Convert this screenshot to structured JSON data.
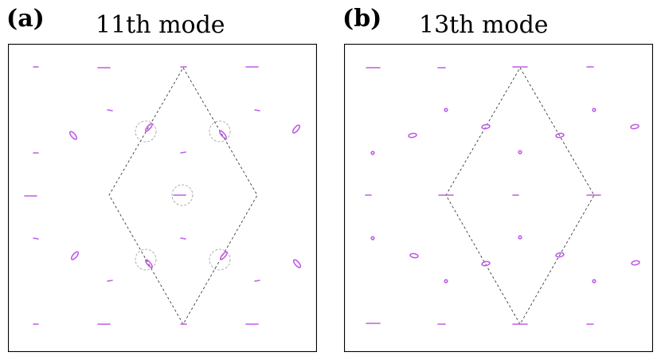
{
  "panels": [
    {
      "id": "a",
      "label": "(a)",
      "title": "11th mode"
    },
    {
      "id": "b",
      "label": "(b)",
      "title": "13th mode"
    }
  ],
  "colors": {
    "mark": "#c05ce6",
    "frame": "#000000",
    "cell": "#222222",
    "highlight": "#9a9a9a"
  }
}
